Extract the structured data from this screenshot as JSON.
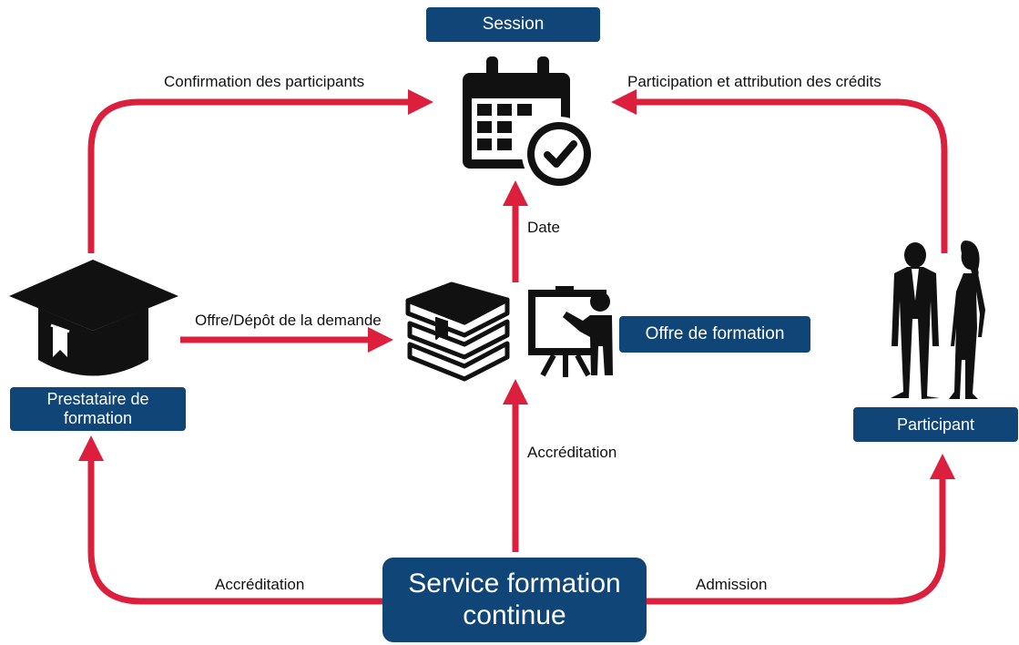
{
  "nodes": {
    "session": "Session",
    "offre": "Offre de formation",
    "prestataire": "Prestataire de formation",
    "participant": "Participant",
    "service": "Service formation continue"
  },
  "edges": {
    "confirmation": "Confirmation des participants",
    "participation": "Participation et attribution des crédits",
    "date": "Date",
    "offre_depot": "Offre/Dépôt de la demande",
    "accreditation_center": "Accréditation",
    "accreditation_left": "Accréditation",
    "admission": "Admission"
  },
  "icons": [
    "calendar-check-icon",
    "books-icon",
    "presenter-board-icon",
    "graduation-cap-icon",
    "people-silhouettes-icon"
  ],
  "colors": {
    "arrow": "#dc1f3c",
    "box": "#0f4577",
    "box_text": "#ffffff"
  }
}
